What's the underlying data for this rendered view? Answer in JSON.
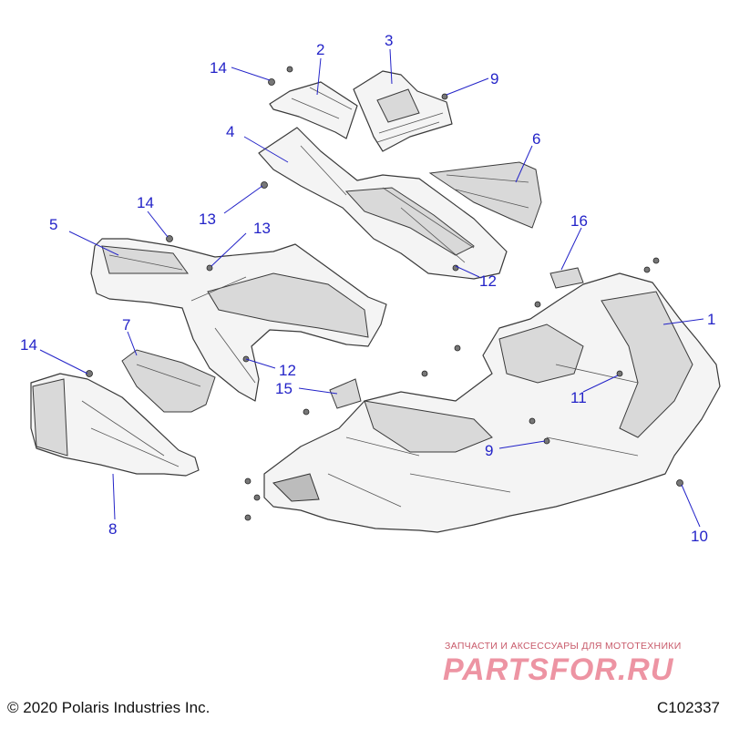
{
  "callouts": [
    {
      "id": "c1",
      "label": "1"
    },
    {
      "id": "c2",
      "label": "2"
    },
    {
      "id": "c3",
      "label": "3"
    },
    {
      "id": "c4",
      "label": "4"
    },
    {
      "id": "c5",
      "label": "5"
    },
    {
      "id": "c6",
      "label": "6"
    },
    {
      "id": "c7",
      "label": "7"
    },
    {
      "id": "c8",
      "label": "8"
    },
    {
      "id": "c9a",
      "label": "9"
    },
    {
      "id": "c9b",
      "label": "9"
    },
    {
      "id": "c10",
      "label": "10"
    },
    {
      "id": "c11",
      "label": "11"
    },
    {
      "id": "c12a",
      "label": "12"
    },
    {
      "id": "c12b",
      "label": "12"
    },
    {
      "id": "c13a",
      "label": "13"
    },
    {
      "id": "c13b",
      "label": "13"
    },
    {
      "id": "c14a",
      "label": "14"
    },
    {
      "id": "c14b",
      "label": "14"
    },
    {
      "id": "c14c",
      "label": "14"
    },
    {
      "id": "c15",
      "label": "15"
    },
    {
      "id": "c16",
      "label": "16"
    }
  ],
  "watermark": {
    "tagline": "ЗАПЧАСТИ И АКСЕССУАРЫ ДЛЯ МОТОТЕХНИКИ",
    "logo": "PARTSFOR.RU"
  },
  "footer": {
    "copyright": "© 2020 Polaris Industries Inc.",
    "diagram_code": "C102337"
  },
  "colors": {
    "callout": "#2323c8",
    "watermark": "#e45c72"
  }
}
